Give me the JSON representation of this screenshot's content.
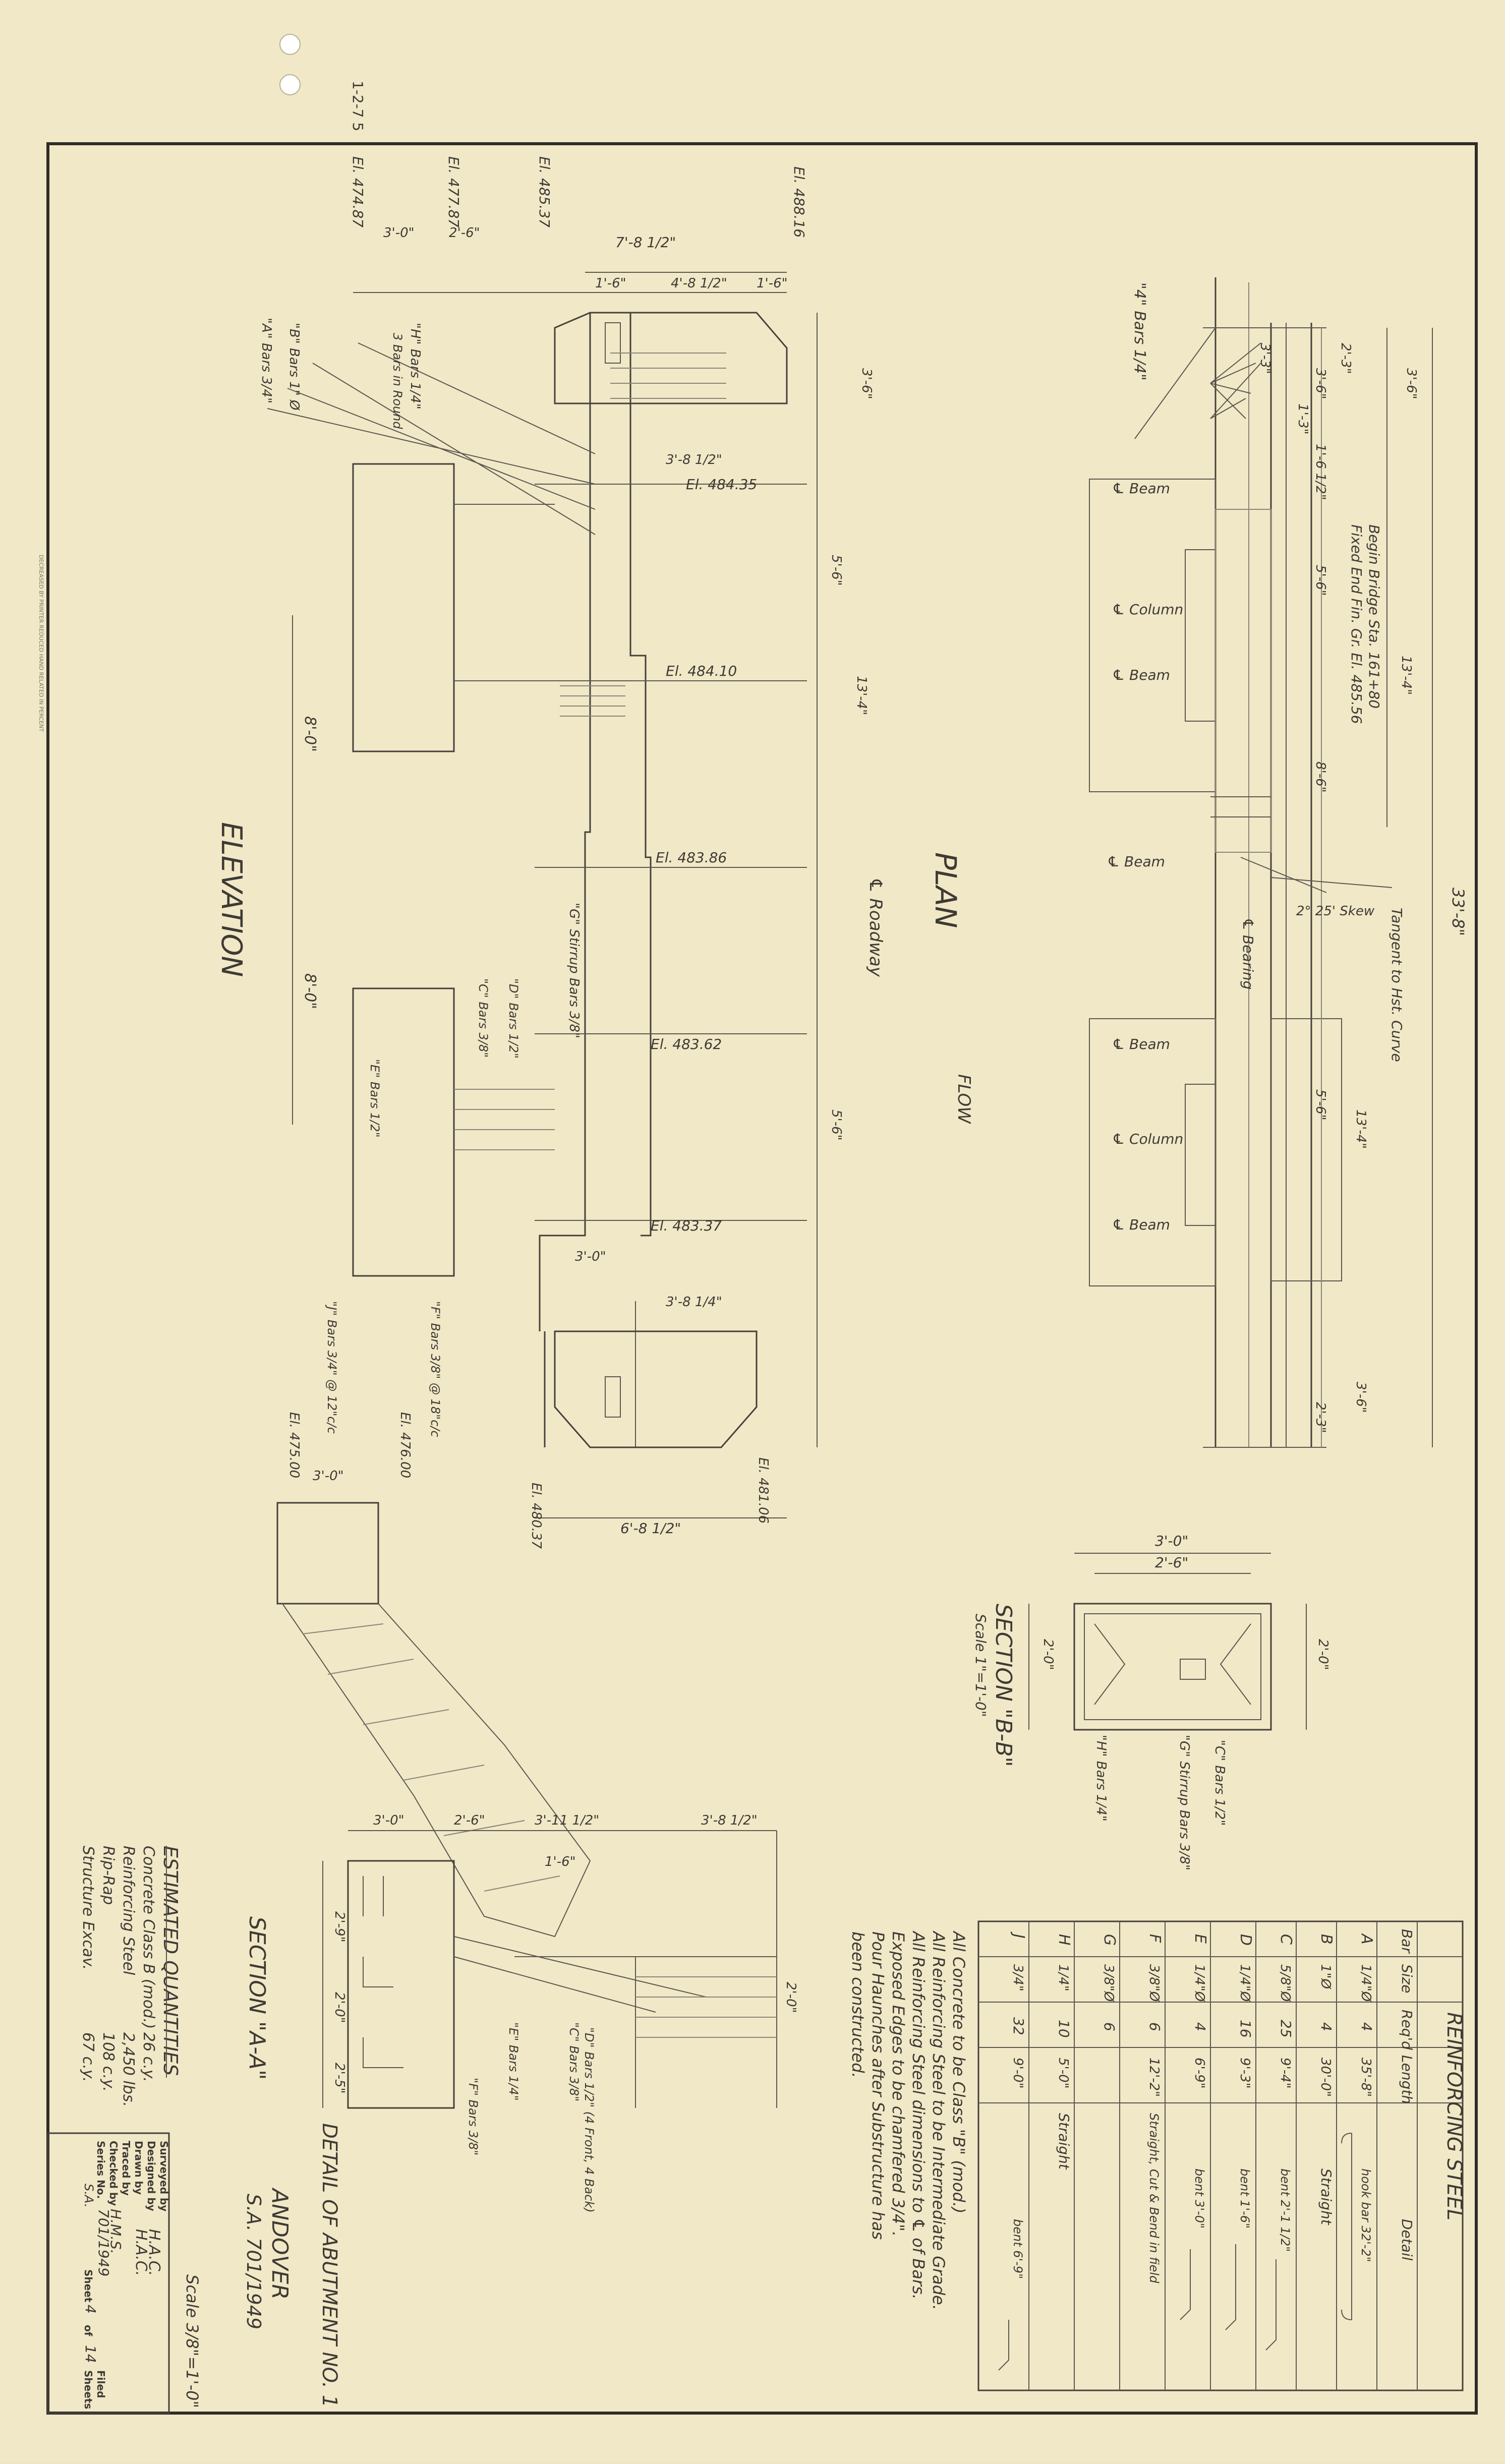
{
  "sheet": {
    "margin_note": "DECREASED BY PRINTER REDUCED HAND RELATED IN PERCENT",
    "corner_scribble": "1-2-7 5"
  },
  "plan": {
    "title": "PLAN",
    "flow": "FLOW",
    "roadway": "℄ Roadway",
    "begin_bridge": [
      "Begin Bridge Sta. 161+80",
      "Fixed End Fin. Gr. El. 485.56"
    ],
    "tangent": "Tangent to Hst. Curve",
    "skew": "2° 25' Skew",
    "lt_bearing": [
      "℄ Beam",
      "℄ Column",
      "℄ Beam",
      "℄ Beam",
      "℄ Bearing",
      "℄ Beam",
      "℄ Column",
      "℄ Beam"
    ],
    "dims": [
      "3'-6\"",
      "3'-6\"",
      "3'-3\"",
      "33'-8\"",
      "2'-3\"",
      "1'-3\"",
      "1'-6 1/2\"",
      "5'-6\"",
      "13'-4\"",
      "8'-6\"",
      "5'-6\"",
      "13'-4\"",
      "3'-6\"",
      "2'-3\""
    ],
    "bars_label": "\"4\" Bars 1/4\""
  },
  "elevation": {
    "title": "ELEVATION",
    "elevations": [
      "El. 488.16",
      "El. 485.37",
      "El. 477.87",
      "El. 474.87",
      "El. 484.35",
      "El. 484.10",
      "El. 483.86",
      "El. 483.62",
      "El. 483.37",
      "El. 475.00",
      "El. 476.00",
      "El. 481.06",
      "El. 480.37"
    ],
    "dims": [
      "7'-8 1/2\"",
      "3'-0\"",
      "2'-6\"",
      "4'-8 1/2\"",
      "1'-6\"",
      "1'-6\"",
      "3'-6\"",
      "3'-8 1/2\"",
      "8'-0\"",
      "8'-0\"",
      "5'-6\"",
      "13'-4\"",
      "5'-6\"",
      "6'-8 1/2\"",
      "3'-8 1/4\"",
      "3'-0\"",
      "3'-0\""
    ],
    "labels": [
      "\"A\" Bars 3/4\"",
      "\"H\" Bars 1/4\"",
      "\"B\" Bars 1\" Ø",
      "\"D\" Bars 1/2\"",
      "\"C\" Bars 3/8\"",
      "\"E\" Bars 1/2\"",
      "\"F\" Bars 3/8\" @ 18\"c/c",
      "\"J\" Bars 3/4\" @ 12\"c/c",
      "\"G\" Stirrup Bars 3/8\"",
      "3 Bars in Round"
    ]
  },
  "section_bb": {
    "title": "SECTION \"B-B\"",
    "scale": "Scale 1\"=1'-0\"",
    "dims": [
      "3'-0\"",
      "2'-6\"",
      "2'-0\"",
      "2'-0\""
    ],
    "labels": [
      "\"H\" Bars 1/4\"",
      "\"G\" Stirrup Bars 3/8\"",
      "\"C\" Bars 1/2\""
    ]
  },
  "section_aa": {
    "title": "SECTION \"A-A\"",
    "dims": [
      "3'-0\"",
      "2'-6\"",
      "3'-11 1/2\"",
      "3'-8 1/2\"",
      "1'-6\"",
      "2'-9\"",
      "2'-0\"",
      "2'-5\"",
      "2'-0\""
    ],
    "labels": [
      "\"E\" Bars 1/4\"",
      "\"F\" Bars 3/8\"",
      "\"C\" Bars 3/8\"",
      "\"D\" Bars 1/2\" (4 Front, 4 Back)"
    ]
  },
  "abutment": {
    "title": "DETAIL OF ABUTMENT NO. 1",
    "place": "ANDOVER",
    "project": "S.A. 701/1949",
    "scale": "Scale 3/8\"=1'-0\""
  },
  "reinforcing": {
    "title": "REINFORCING STEEL",
    "headers": [
      "Bar",
      "Size",
      "Req'd",
      "Length",
      "Detail"
    ],
    "rows": [
      {
        "bar": "A",
        "size": "1/4\"Ø",
        "req": "4",
        "length": "35'-8\"",
        "detail": "hook bar 32'-2\""
      },
      {
        "bar": "B",
        "size": "1\"Ø",
        "req": "4",
        "length": "30'-0\"",
        "detail": "Straight"
      },
      {
        "bar": "C",
        "size": "5/8\"Ø",
        "req": "25",
        "length": "9'-4\"",
        "detail": "bent 2'-1 1/2\""
      },
      {
        "bar": "D",
        "size": "1/4\"Ø",
        "req": "16",
        "length": "9'-3\"",
        "detail": "bent 1'-6\""
      },
      {
        "bar": "E",
        "size": "1/4\"Ø",
        "req": "4",
        "length": "6'-9\"",
        "detail": "bent 3'-0\""
      },
      {
        "bar": "F",
        "size": "3/8\"Ø",
        "req": "6",
        "length": "12'-2\"",
        "detail": "Straight, Cut & Bend in field"
      },
      {
        "bar": "G",
        "size": "3/8\"Ø",
        "req": "6",
        "length": "",
        "detail": ""
      },
      {
        "bar": "H",
        "size": "1/4\"",
        "req": "10",
        "length": "5'-0\"",
        "detail": "Straight"
      },
      {
        "bar": "J",
        "size": "3/4\"",
        "req": "32",
        "length": "9'-0\"",
        "detail": "bent 6'-9\""
      }
    ]
  },
  "notes": [
    "All Concrete to be Class \"B\" (mod.)",
    "All Reinforcing Steel to be Intermediate Grade.",
    "All Reinforcing Steel dimensions to ℄ of Bars.",
    "Exposed Edges to be chamfered 3/4\".",
    "Pour Haunches after Substructure has",
    "been constructed."
  ],
  "quantities": {
    "title": "ESTIMATED QUANTITIES",
    "items": [
      {
        "name": "Concrete Class B (mod.)",
        "value": "26 c.y."
      },
      {
        "name": "Reinforcing Steel",
        "value": "2,450 lbs."
      },
      {
        "name": "Rip-Rap",
        "value": "108 c.y."
      },
      {
        "name": "Structure Excav.",
        "value": "67 c.y."
      }
    ]
  },
  "title_block": {
    "rows": [
      {
        "label": "Surveyed by",
        "value": ""
      },
      {
        "label": "Designed by",
        "value": "H.A.C."
      },
      {
        "label": "Drawn by",
        "value": "H.A.C."
      },
      {
        "label": "Traced by",
        "value": ""
      },
      {
        "label": "Checked by",
        "value": "H.M.S."
      }
    ],
    "series_label": "Series No.",
    "series": "701/1949",
    "filed_label": "Filed",
    "sheet_label": "Sheet",
    "sheet_no": "4",
    "of": "of",
    "total": "14",
    "sheets": "Sheets",
    "series_code": "S.A."
  }
}
